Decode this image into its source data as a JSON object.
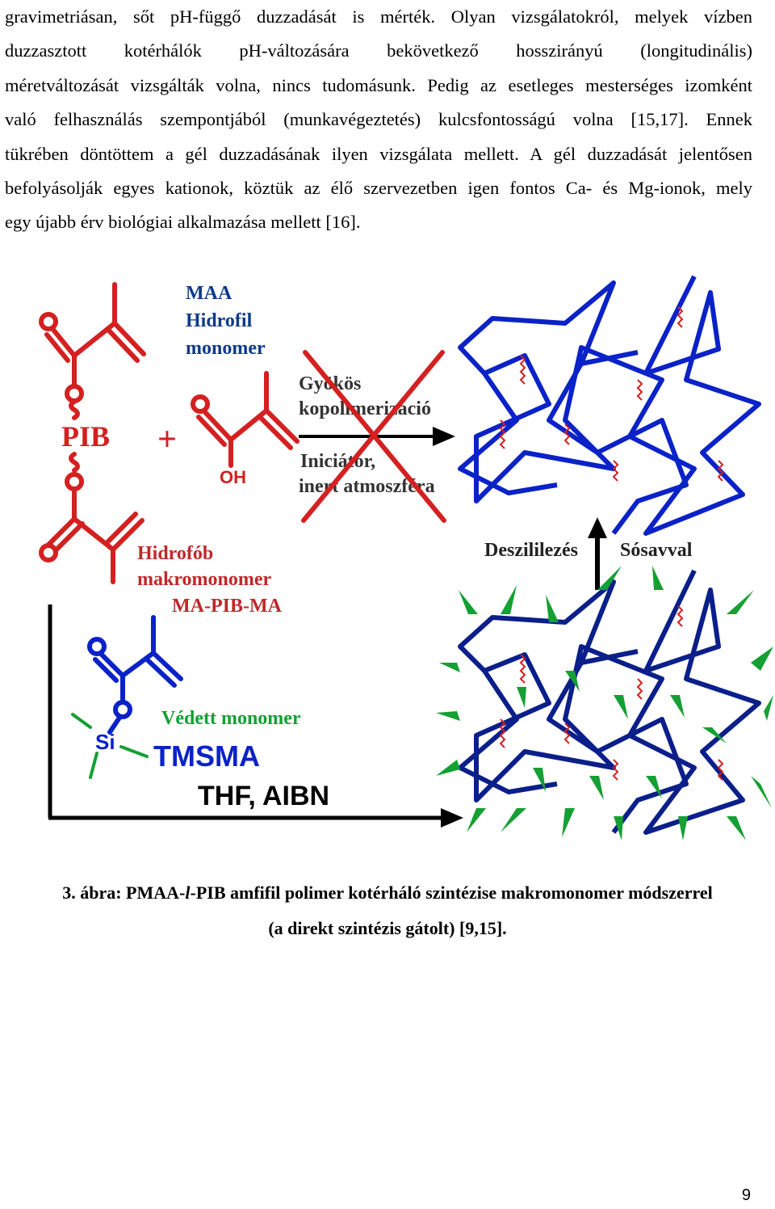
{
  "paragraph": {
    "lines": [
      "gravimetriásan, sőt pH-függő duzzadását is mérték. Olyan vizsgálatokról, melyek vízben",
      "duzzasztott kotérhálók pH-változására bekövetkező hosszirányú (longitudinális)",
      "méretváltozását vizsgálták volna, nincs tudomásunk. Pedig az esetleges mesterséges izomként",
      "való felhasználás szempontjából (munkavégeztetés) kulcsfontosságú volna [15,17]. Ennek",
      "tükrében döntöttem a gél duzzadásának ilyen vizsgálata mellett. A gél duzzadását jelentősen",
      "befolyásolják egyes kationok, köztük az élő szervezetben igen fontos Ca- és Mg-ionok, mely",
      "egy újabb érv biológiai alkalmazása mellett [16]."
    ]
  },
  "figure": {
    "labels": {
      "maa_1": "MAA",
      "maa_2": "Hidrofil",
      "maa_3": "monomer",
      "radical_1": "Gyökös",
      "radical_2": "kopolimerizáció",
      "initiator_1": "Iniciátor,",
      "initiator_2": "inert atmoszféra",
      "pib": "PIB",
      "plus": "+",
      "oh": "OH",
      "o": "O",
      "si": "Si",
      "hydrophobic_1": "Hidrofób",
      "hydrophobic_2": "makromonomer",
      "hydrophobic_3": "MA-PIB-MA",
      "desilylation": "Deszililezés",
      "hcl": "Sósavval",
      "protected": "Védett monomer",
      "tmsma": "TMSMA",
      "solvent": "THF, AIBN"
    },
    "colors": {
      "red": "#d42020",
      "blue": "#0a22c8",
      "navy": "#0b1f8a",
      "green": "#14a032",
      "darkblue_label": "#0e3a8c",
      "darkred_label": "#c0282a"
    }
  },
  "caption": {
    "line1_a": "3. ábra: PMAA-",
    "line1_italic": "l",
    "line1_b": "-PIB amfifil polimer kotérháló szintézise makromonomer módszerrel",
    "line2": "(a direkt szintézis gátolt) [9,15]."
  },
  "page_number": "9"
}
